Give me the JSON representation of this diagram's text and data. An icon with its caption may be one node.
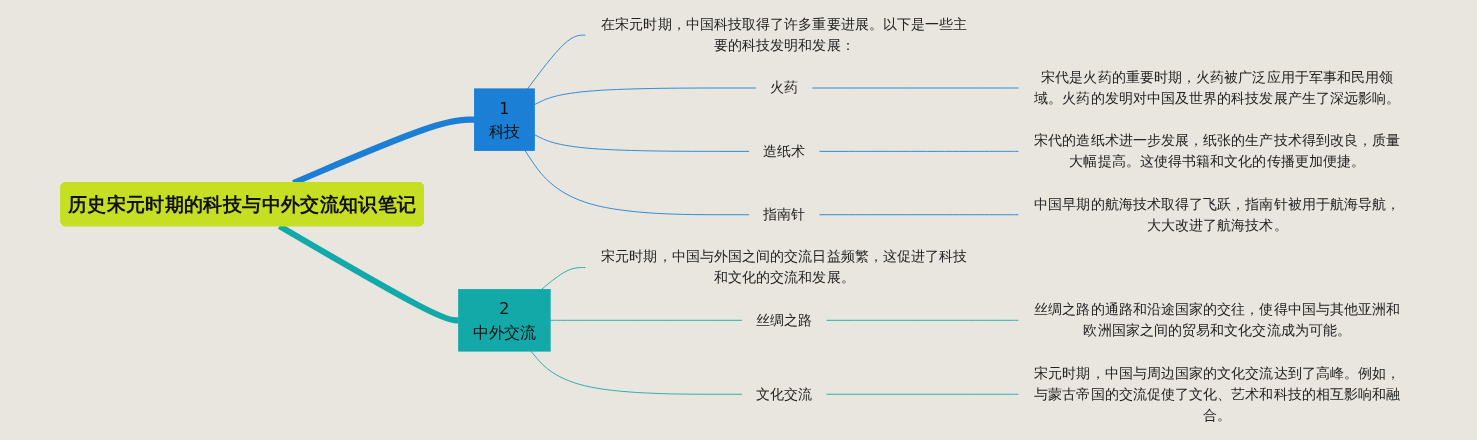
{
  "diagram": {
    "nodes": [
      {
        "text": [
          "历史宋元时期的科技与中外交流知识笔记"
        ]
      },
      {
        "text": [
          "1",
          "科技"
        ]
      },
      {
        "text": [
          "在宋元时期，中国科技取得了许多重要进展。以下是一些主要的科技发明和发展："
        ]
      },
      {
        "text": [
          "火药"
        ]
      },
      {
        "text": [
          "宋代是火药的重要时期，火药被广泛应用于军事和民用领域。火药的发明对中国及世界的科技发展产生了深远影响。"
        ]
      },
      {
        "text": [
          "造纸术"
        ]
      },
      {
        "text": [
          "宋代的造纸术进一步发展，纸张的生产技术得到改良，质量大幅提高。这使得书籍和文化的传播更加便捷。"
        ]
      },
      {
        "text": [
          "指南针"
        ]
      },
      {
        "text": [
          "中国早期的航海技术取得了飞跃，指南针被用于航海导航，大大改进了航海技术。"
        ]
      },
      {
        "text": [
          "2",
          "中外交流"
        ]
      },
      {
        "text": [
          "宋元时期，中国与外国之间的交流日益频繁，这促进了科技和文化的交流和发展。"
        ]
      },
      {
        "text": [
          "丝绸之路"
        ]
      },
      {
        "text": [
          "丝绸之路的通路和沿途国家的交往，使得中国与其他亚洲和欧洲国家之间的贸易和文化交流成为可能。"
        ]
      },
      {
        "text": [
          "文化交流"
        ]
      },
      {
        "text": [
          "宋元时期，中国与周边国家的文化交流达到了高峰。例如，与蒙古帝国的交流促使了文化、艺术和科技的相互影响和融合。"
        ]
      }
    ],
    "edges": [
      {
        "from": 0,
        "to": 1,
        "arrow": "none",
        "style": "thick"
      },
      {
        "from": 1,
        "to": 2,
        "arrow": "none"
      },
      {
        "from": 1,
        "to": 3,
        "arrow": "none"
      },
      {
        "from": 3,
        "to": 4,
        "arrow": "none"
      },
      {
        "from": 1,
        "to": 5,
        "arrow": "none"
      },
      {
        "from": 5,
        "to": 6,
        "arrow": "none"
      },
      {
        "from": 1,
        "to": 7,
        "arrow": "none"
      },
      {
        "from": 7,
        "to": 8,
        "arrow": "none"
      },
      {
        "from": 0,
        "to": 9,
        "arrow": "none",
        "style": "thick",
        "color": "#14a9a9"
      },
      {
        "from": 9,
        "to": 10,
        "arrow": "none",
        "color": "#14a9a9"
      },
      {
        "from": 9,
        "to": 11,
        "arrow": "none",
        "color": "#14a9a9"
      },
      {
        "from": 11,
        "to": 12,
        "arrow": "none",
        "color": "#14a9a9"
      },
      {
        "from": 9,
        "to": 13,
        "arrow": "none",
        "color": "#14a9a9"
      },
      {
        "from": 13,
        "to": 14,
        "arrow": "none",
        "color": "#14a9a9"
      }
    ]
  }
}
